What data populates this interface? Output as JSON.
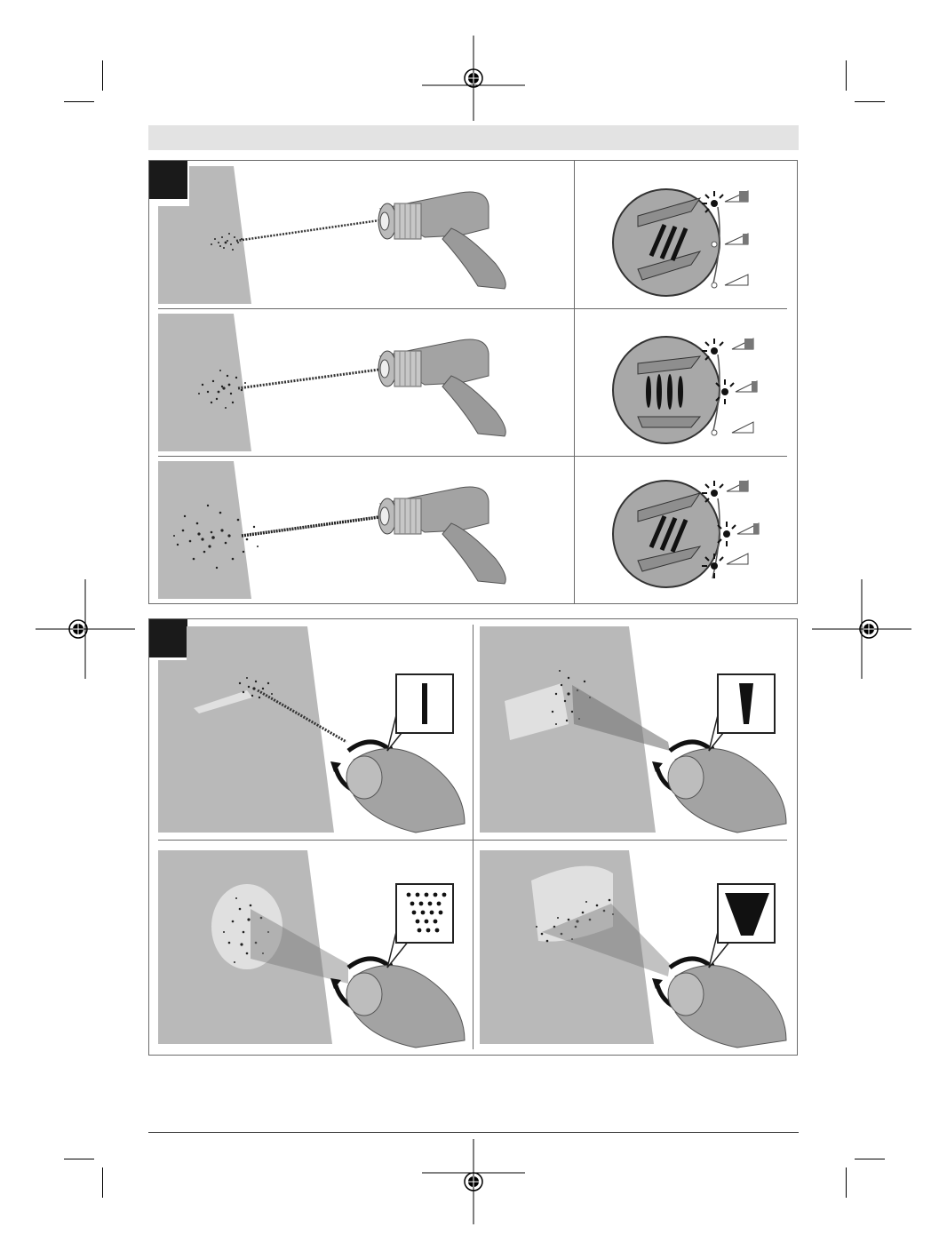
{
  "page": {
    "header_band_color": "#e3e3e3",
    "panel_border_color": "#6a6a6a",
    "wall_color": "#b9b9b9",
    "tool_color": "#a3a3a3"
  },
  "figure_a": {
    "rows": [
      {
        "spray": "narrow-jet",
        "dial_leds_lit": 1
      },
      {
        "spray": "medium-jet",
        "dial_leds_lit": 2
      },
      {
        "spray": "wide-jet",
        "dial_leds_lit": 3
      }
    ]
  },
  "figure_b": {
    "panels": [
      {
        "nozzle_symbol": "line-icon"
      },
      {
        "nozzle_symbol": "narrow-cone-icon"
      },
      {
        "nozzle_symbol": "dots-pattern-icon"
      },
      {
        "nozzle_symbol": "wide-cone-icon"
      }
    ]
  }
}
